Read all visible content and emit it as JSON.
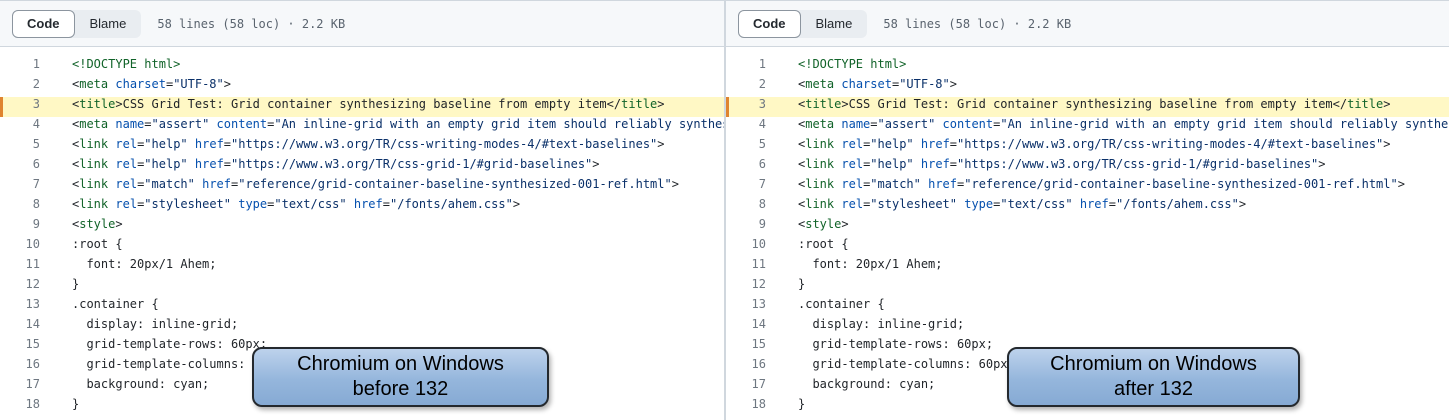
{
  "tabs": {
    "code": "Code",
    "blame": "Blame"
  },
  "file": {
    "meta": "58 lines (58 loc) · 2.2 KB"
  },
  "panels": [
    {
      "callout": [
        "Chromium on Windows",
        "before 132"
      ]
    },
    {
      "callout": [
        "Chromium on Windows",
        "after 132"
      ]
    }
  ],
  "highlight_line": 3,
  "colors": {
    "highlight_bg": "#fff8c5",
    "highlight_marker": "#df8430",
    "tag": "#116329",
    "attribute": "#0550ae",
    "string": "#0a3069",
    "callout_fill_top": "#bdd2ec",
    "callout_fill_bottom": "#86aad4",
    "header_bg": "#f6f8fa"
  },
  "code": {
    "lines": [
      {
        "n": 1,
        "s": [
          [
            "<!DOCTYPE html>",
            "ent"
          ]
        ]
      },
      {
        "n": 2,
        "s": [
          [
            "<",
            "p"
          ],
          [
            "meta",
            "ent"
          ],
          [
            " ",
            "p"
          ],
          [
            "charset",
            "attr"
          ],
          [
            "=",
            "p"
          ],
          [
            "\"UTF-8\"",
            "str"
          ],
          [
            ">",
            "p"
          ]
        ]
      },
      {
        "n": 3,
        "s": [
          [
            "<",
            "p"
          ],
          [
            "title",
            "ent"
          ],
          [
            ">",
            "p"
          ],
          [
            "CSS Grid Test: Grid container synthesizing baseline from empty item",
            "p"
          ],
          [
            "</",
            "p"
          ],
          [
            "title",
            "ent"
          ],
          [
            ">",
            "p"
          ]
        ]
      },
      {
        "n": 4,
        "s": [
          [
            "<",
            "p"
          ],
          [
            "meta",
            "ent"
          ],
          [
            " ",
            "p"
          ],
          [
            "name",
            "attr"
          ],
          [
            "=",
            "p"
          ],
          [
            "\"assert\"",
            "str"
          ],
          [
            " ",
            "p"
          ],
          [
            "content",
            "attr"
          ],
          [
            "=",
            "p"
          ],
          [
            "\"An inline-grid with an empty grid item should reliably synthesize",
            "str"
          ]
        ]
      },
      {
        "n": 5,
        "s": [
          [
            "<",
            "p"
          ],
          [
            "link",
            "ent"
          ],
          [
            " ",
            "p"
          ],
          [
            "rel",
            "attr"
          ],
          [
            "=",
            "p"
          ],
          [
            "\"help\"",
            "str"
          ],
          [
            " ",
            "p"
          ],
          [
            "href",
            "attr"
          ],
          [
            "=",
            "p"
          ],
          [
            "\"https://www.w3.org/TR/css-writing-modes-4/#text-baselines\"",
            "str"
          ],
          [
            ">",
            "p"
          ]
        ]
      },
      {
        "n": 6,
        "s": [
          [
            "<",
            "p"
          ],
          [
            "link",
            "ent"
          ],
          [
            " ",
            "p"
          ],
          [
            "rel",
            "attr"
          ],
          [
            "=",
            "p"
          ],
          [
            "\"help\"",
            "str"
          ],
          [
            " ",
            "p"
          ],
          [
            "href",
            "attr"
          ],
          [
            "=",
            "p"
          ],
          [
            "\"https://www.w3.org/TR/css-grid-1/#grid-baselines\"",
            "str"
          ],
          [
            ">",
            "p"
          ]
        ]
      },
      {
        "n": 7,
        "s": [
          [
            "<",
            "p"
          ],
          [
            "link",
            "ent"
          ],
          [
            " ",
            "p"
          ],
          [
            "rel",
            "attr"
          ],
          [
            "=",
            "p"
          ],
          [
            "\"match\"",
            "str"
          ],
          [
            " ",
            "p"
          ],
          [
            "href",
            "attr"
          ],
          [
            "=",
            "p"
          ],
          [
            "\"reference/grid-container-baseline-synthesized-001-ref.html\"",
            "str"
          ],
          [
            ">",
            "p"
          ]
        ]
      },
      {
        "n": 8,
        "s": [
          [
            "<",
            "p"
          ],
          [
            "link",
            "ent"
          ],
          [
            " ",
            "p"
          ],
          [
            "rel",
            "attr"
          ],
          [
            "=",
            "p"
          ],
          [
            "\"stylesheet\"",
            "str"
          ],
          [
            " ",
            "p"
          ],
          [
            "type",
            "attr"
          ],
          [
            "=",
            "p"
          ],
          [
            "\"text/css\"",
            "str"
          ],
          [
            " ",
            "p"
          ],
          [
            "href",
            "attr"
          ],
          [
            "=",
            "p"
          ],
          [
            "\"/fonts/ahem.css\"",
            "str"
          ],
          [
            ">",
            "p"
          ]
        ]
      },
      {
        "n": 9,
        "s": [
          [
            "<",
            "p"
          ],
          [
            "style",
            "ent"
          ],
          [
            ">",
            "p"
          ]
        ]
      },
      {
        "n": 10,
        "s": [
          [
            ":root {",
            "p"
          ]
        ]
      },
      {
        "n": 11,
        "s": [
          [
            "  font: 20px/1 Ahem;",
            "p"
          ]
        ]
      },
      {
        "n": 12,
        "s": [
          [
            "}",
            "p"
          ]
        ]
      },
      {
        "n": 13,
        "s": [
          [
            ".container {",
            "p"
          ]
        ]
      },
      {
        "n": 14,
        "s": [
          [
            "  display: inline-grid;",
            "p"
          ]
        ]
      },
      {
        "n": 15,
        "s": [
          [
            "  grid-template-rows: 60px;",
            "p"
          ]
        ]
      },
      {
        "n": 16,
        "s": [
          [
            "  grid-template-columns: 60px;",
            "p"
          ]
        ]
      },
      {
        "n": 17,
        "s": [
          [
            "  background: cyan;",
            "p"
          ]
        ]
      },
      {
        "n": 18,
        "s": [
          [
            "}",
            "p"
          ]
        ]
      }
    ]
  }
}
